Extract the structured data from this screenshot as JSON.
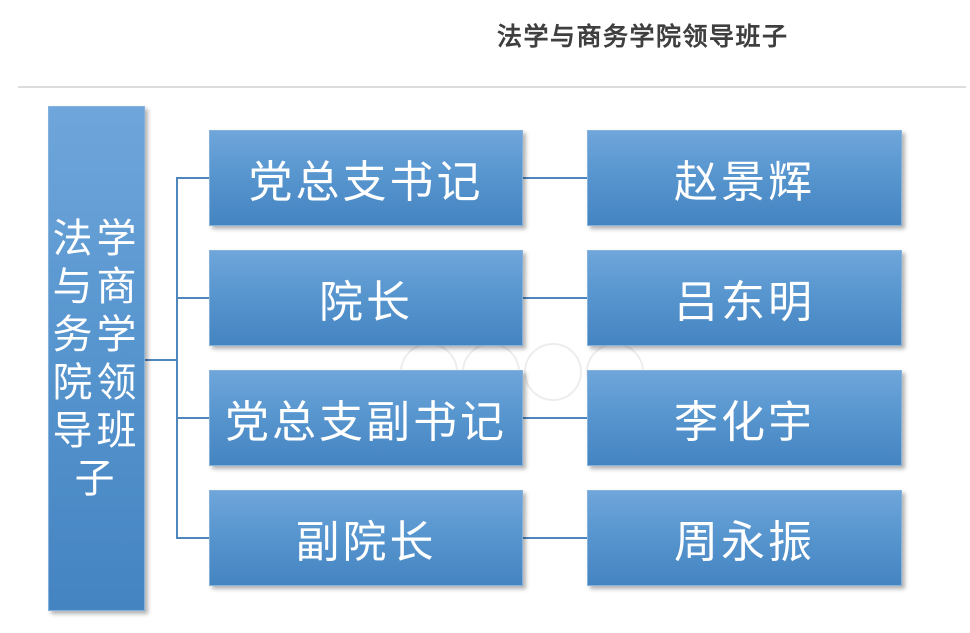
{
  "page": {
    "title": "法学与商务学院领导班子"
  },
  "org_chart": {
    "root": {
      "label": "法学与商务学院领导班子"
    },
    "rows": [
      {
        "role": "党总支书记",
        "name": "赵景辉"
      },
      {
        "role": "院长",
        "name": "吕东明"
      },
      {
        "role": "党总支副书记",
        "name": "李化宇"
      },
      {
        "role": "副院长",
        "name": "周永振"
      }
    ]
  },
  "colors": {
    "box_gradient_top": "#6FA6DB",
    "box_gradient_bottom": "#4484C1",
    "box_border": "#85B2DD",
    "box_text": "#FFFFFF",
    "connector": "#4E86BE",
    "title_text": "#3F3F3F",
    "divider": "#DCDCDC",
    "background": "#FFFFFF"
  }
}
